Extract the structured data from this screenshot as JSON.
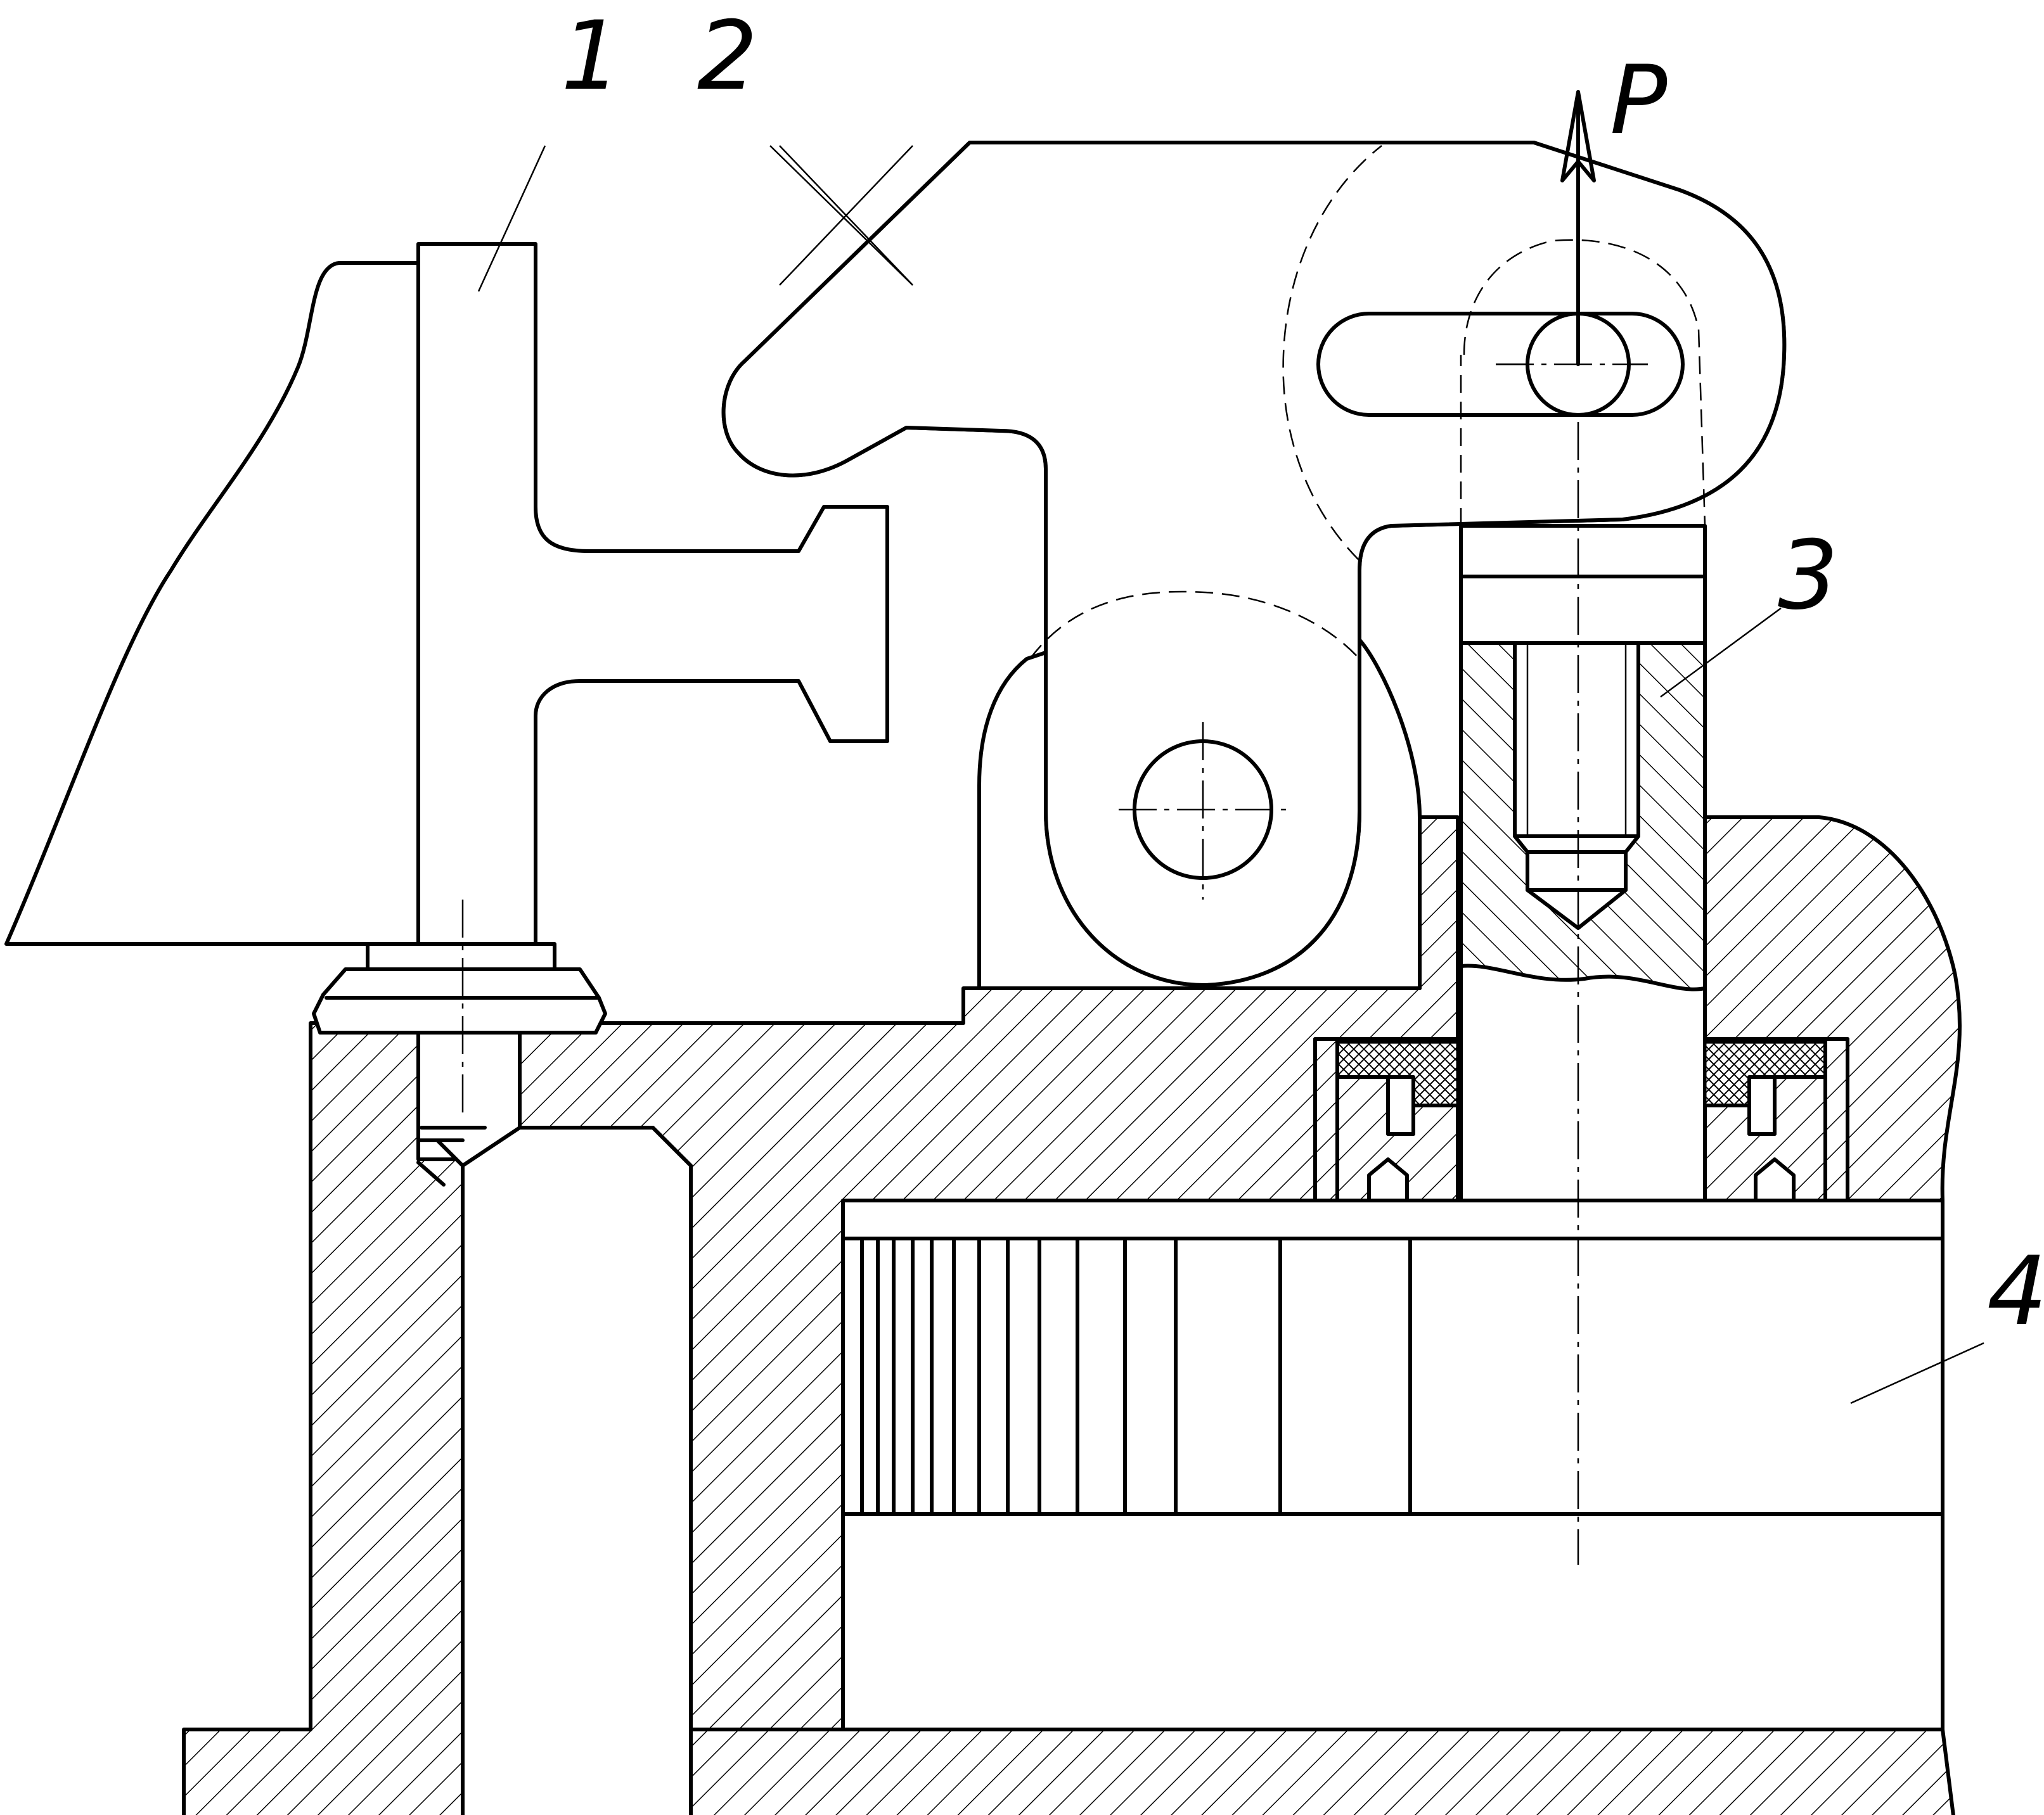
{
  "labels": {
    "part1": "1",
    "part2": "2",
    "part3": "3",
    "part4": "4",
    "force": "P"
  }
}
